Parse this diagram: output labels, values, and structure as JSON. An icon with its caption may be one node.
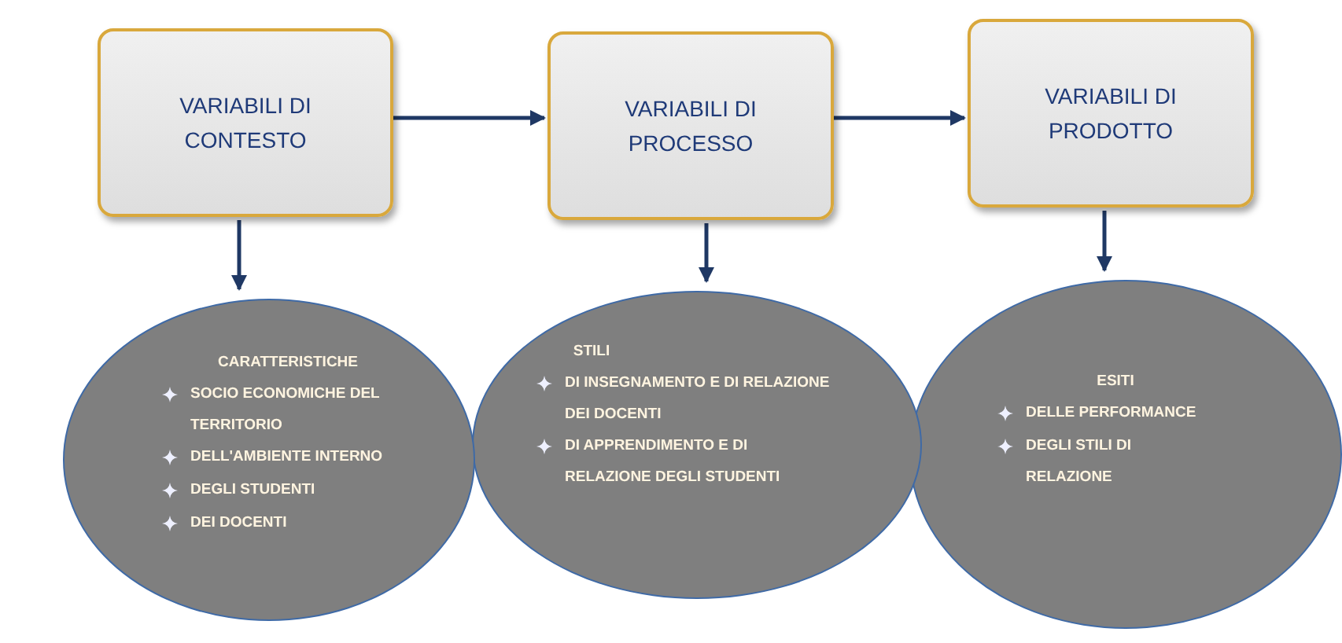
{
  "diagram": {
    "nodes": [
      {
        "text": [
          "VARIABILI DI CONTESTO"
        ]
      },
      {
        "text": [
          "VARIABILI DI PROCESSO"
        ]
      },
      {
        "text": [
          "VARIABILI DI PRODOTTO"
        ]
      },
      {
        "text": [
          "CARATTERISTICHE",
          "SOCIO ECONOMICHE DEL TERRITORIO",
          "DELL'AMBIENTE INTERNO",
          "DEGLI STUDENTI",
          "DEI DOCENTI"
        ]
      },
      {
        "text": [
          "STILI",
          "DI INSEGNAMENTO E DI RELAZIONE DEI DOCENTI",
          "DI APPRENDIMENTO E DI RELAZIONE DEGLI STUDENTI"
        ]
      },
      {
        "text": [
          "ESITI",
          "DELLE PERFORMANCE",
          "DEGLI STILI DI RELAZIONE"
        ]
      }
    ],
    "edges": [
      {
        "from": 0,
        "to": 1,
        "arrow": "to"
      },
      {
        "from": 1,
        "to": 2,
        "arrow": "to"
      },
      {
        "from": 0,
        "to": 3,
        "arrow": "to"
      },
      {
        "from": 1,
        "to": 4,
        "arrow": "to"
      },
      {
        "from": 2,
        "to": 5,
        "arrow": "to"
      }
    ]
  }
}
